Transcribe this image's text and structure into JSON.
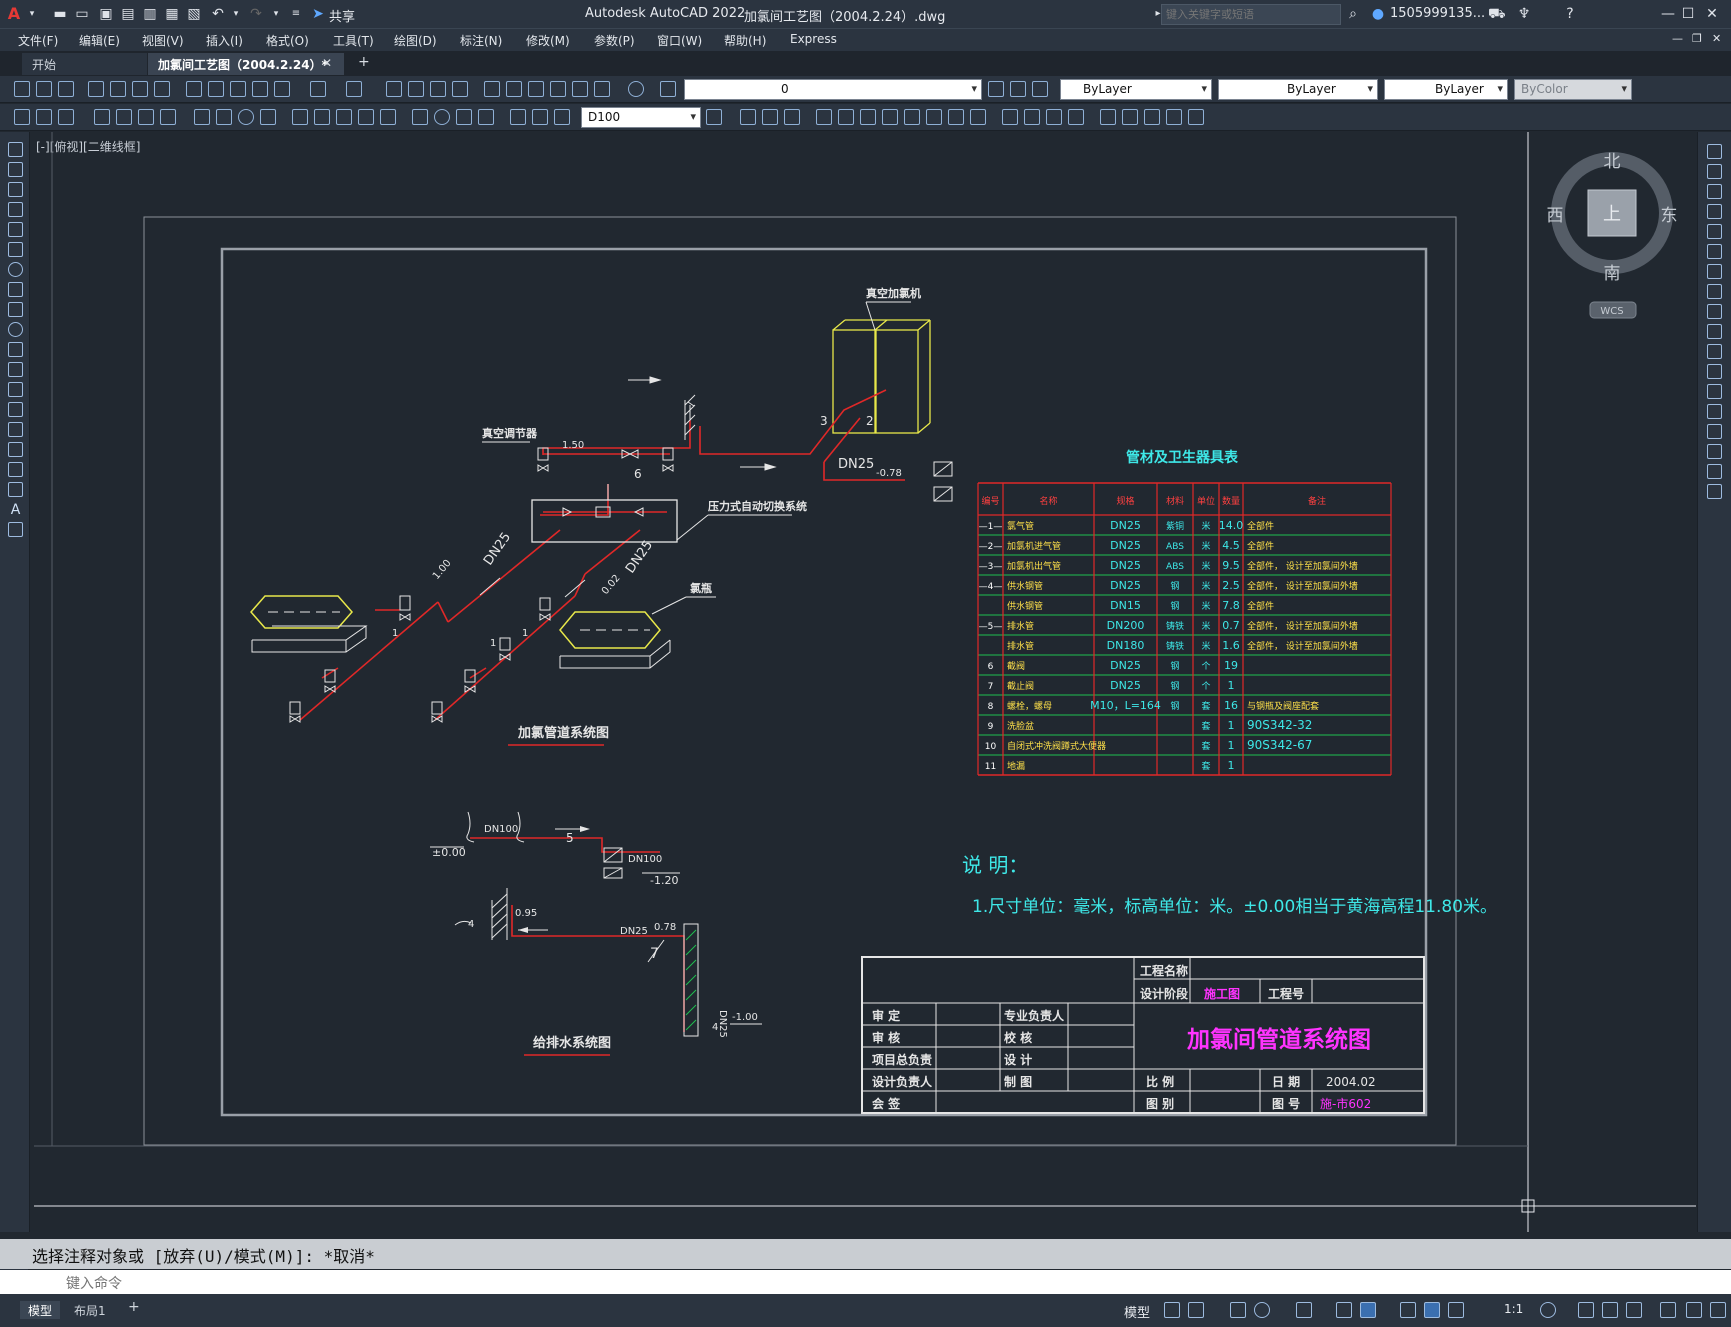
{
  "app": {
    "title": "Autodesk AutoCAD 2022",
    "file_title": "加氯间工艺图（2004.2.24）.dwg",
    "share": "共享",
    "search_placeholder": "键入关键字或短语",
    "user": "1505999135...",
    "accent": "#e03030"
  },
  "menu": [
    "文件(F)",
    "编辑(E)",
    "视图(V)",
    "插入(I)",
    "格式(O)",
    "工具(T)",
    "绘图(D)",
    "标注(N)",
    "修改(M)",
    "参数(P)",
    "窗口(W)",
    "帮助(H)",
    "Express"
  ],
  "tabs": {
    "start": "开始",
    "drawing": "加氯间工艺图（2004.2.24）*",
    "add": "+"
  },
  "toolbar": {
    "layer": "0",
    "color": "ByLayer",
    "linetype": "ByLayer",
    "lineweight": "ByLayer",
    "plotstyle": "ByColor",
    "dimstyle": "D100"
  },
  "viewport": {
    "label": "[-][俯视][二维线框]"
  },
  "viewcube": {
    "north": "北",
    "south": "南",
    "east": "东",
    "west": "西",
    "top": "上",
    "wcs": "WCS"
  },
  "drawing": {
    "titles": {
      "chlorine_system": "加氯管道系统图",
      "water_system": "给排水系统图",
      "table": "管材及卫生器具表",
      "vacuum_machine": "真空加氯机",
      "vacuum_regulator": "真空调节器",
      "auto_switch": "压力式自动切换系统",
      "chlorine_bottle": "氯瓶"
    },
    "labels": {
      "dn25": "DN25",
      "dn100": "DN100",
      "lv_150": "1.50",
      "lv_100": "1.00",
      "lv_002": "0.02",
      "lv_078": "-0.78",
      "lv_000": "±0.00",
      "lv_120": "-1.20",
      "lv_095": "0.95",
      "lv_078b": "0.78",
      "lv_100b": "-1.00",
      "n1": "1",
      "n2": "2",
      "n3": "3",
      "n4": "4",
      "n5": "5",
      "n6": "6",
      "n7": "7"
    },
    "table": {
      "headers": [
        "编号",
        "名称",
        "规格",
        "材料",
        "单位",
        "数量",
        "备注"
      ],
      "rows": [
        [
          "—1—",
          "氯气管",
          "DN25",
          "紫铜",
          "米",
          "14.0",
          "全部件"
        ],
        [
          "—2—",
          "加氯机进气管",
          "DN25",
          "ABS",
          "米",
          "4.5",
          "全部件"
        ],
        [
          "—3—",
          "加氯机出气管",
          "DN25",
          "ABS",
          "米",
          "9.5",
          "全部件，  设计至加氯间外墙"
        ],
        [
          "—4—",
          "供水钢管",
          "DN25",
          "钢",
          "米",
          "2.5",
          "全部件，  设计至加氯间外墙"
        ],
        [
          "",
          "供水钢管",
          "DN15",
          "钢",
          "米",
          "7.8",
          "全部件"
        ],
        [
          "—5—",
          "排水管",
          "DN200",
          "铸铁",
          "米",
          "0.7",
          "全部件，  设计至加氯间外墙"
        ],
        [
          "",
          "排水管",
          "DN180",
          "铸铁",
          "米",
          "1.6",
          "全部件，  设计至加氯间外墙"
        ],
        [
          "6",
          "截阀",
          "DN25",
          "钢",
          "个",
          "19",
          ""
        ],
        [
          "7",
          "截止阀",
          "DN25",
          "钢",
          "个",
          "1",
          ""
        ],
        [
          "8",
          "螺栓，螺母",
          "M10，L=164",
          "钢",
          "套",
          "16",
          "与钢瓶及阀座配套"
        ],
        [
          "9",
          "洗脸盆",
          "",
          "",
          "套",
          "1",
          "   90S342-32"
        ],
        [
          "10",
          "自闭式冲洗阀蹲式大便器",
          "",
          "",
          "套",
          "1",
          "   90S342-67"
        ],
        [
          "11",
          "地漏",
          "",
          "",
          "套",
          "1",
          ""
        ]
      ]
    },
    "notes": {
      "heading": "说  明：",
      "line1": "1.尺寸单位：毫米，标高单位：米。±0.00相当于黄海高程11.80米。"
    },
    "titleblock": {
      "proj_name": "工程名称",
      "design_stage": "设计阶段",
      "stage_value": "施工图",
      "proj_no": "工程号",
      "r1a": "审      定",
      "r1b": "专业负责人",
      "r2a": "审      核",
      "r2b": "校      核",
      "r3a": "项目总负责",
      "r3b": "设      计",
      "r4a": "设计负责人",
      "r4b": "制      图",
      "r5a": "会      签",
      "scale": "比    例",
      "sheet_cat": "图    别",
      "date_label": "日    期",
      "date": "2004.02",
      "drawing_no_label": "图    号",
      "drawing_no": "施-市602",
      "title": "加氯间管道系统图"
    }
  },
  "command": {
    "history": "选择注释对象或 [放弃(U)/模式(M)]: *取消*",
    "prompt": "键入命令"
  },
  "status": {
    "model_tab": "模型",
    "layout_tab": "布局1",
    "model_label": "模型",
    "scale": "1:1"
  }
}
